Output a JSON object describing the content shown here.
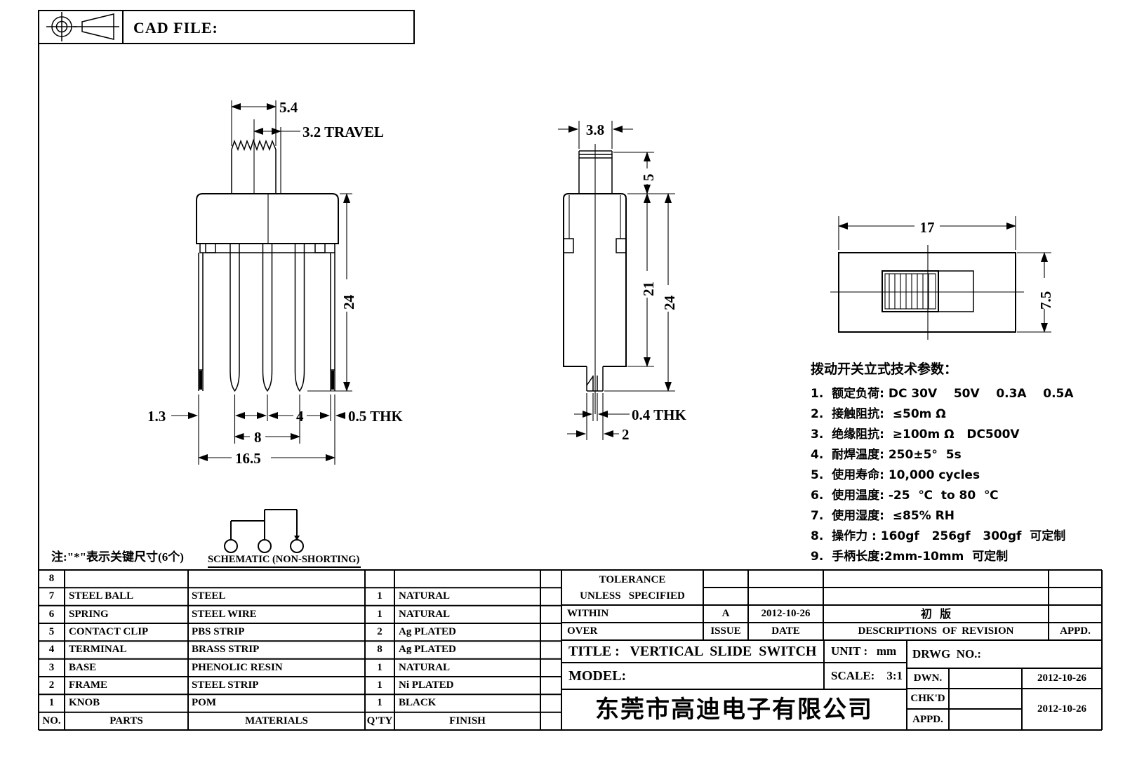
{
  "frame": {
    "cad_file_label": "CAD FILE:"
  },
  "front_view": {
    "dim_knob_width": "5.4",
    "dim_travel": "3.2 TRAVEL",
    "dim_height": "24",
    "dim_leg_offset": "1.3",
    "dim_pitch": "4",
    "dim_leg_thk": "0.5 THK",
    "dim_pin_span": "8",
    "dim_width": "16.5"
  },
  "side_view": {
    "dim_knob_width": "3.8",
    "dim_knob_height": "5",
    "dim_body_height": "21",
    "dim_total_height": "24",
    "dim_pin_thk": "0.4 THK",
    "dim_stem_width": "2"
  },
  "top_view": {
    "dim_width": "17",
    "dim_height": "7.5"
  },
  "schematic": {
    "caption": "SCHEMATIC (NON-SHORTING)"
  },
  "note": "注:\"*\"表示关键尺寸(6个)",
  "specs": {
    "title": "拨动开关立式技术参数：",
    "items": [
      "1.  额定负荷: DC 30V    50V    0.3A    0.5A",
      "2.  接触阻抗:  ≤50m Ω",
      "3.  绝缘阻抗:  ≥100m Ω   DC500V",
      "4.  耐焊温度: 250±5°  5s",
      "5.  使用寿命: 10,000 cycles",
      "6.  使用温度: -25  ℃  to 80  ℃",
      "7.  使用湿度:  ≤85% RH",
      "8.  操作力 : 160gf   256gf   300gf  可定制",
      "9.  手柄长度:2mm-10mm  可定制"
    ]
  },
  "parts_table": {
    "rows": [
      {
        "no": "8",
        "part": "",
        "material": "",
        "qty": "",
        "finish": ""
      },
      {
        "no": "7",
        "part": "STEEL BALL",
        "material": "STEEL",
        "qty": "1",
        "finish": "NATURAL"
      },
      {
        "no": "6",
        "part": "SPRING",
        "material": "STEEL WIRE",
        "qty": "1",
        "finish": "NATURAL"
      },
      {
        "no": "5",
        "part": "CONTACT CLIP",
        "material": "PBS STRIP",
        "qty": "2",
        "finish": "Ag PLATED"
      },
      {
        "no": "4",
        "part": "TERMINAL",
        "material": "BRASS STRIP",
        "qty": "8",
        "finish": "Ag PLATED"
      },
      {
        "no": "3",
        "part": "BASE",
        "material": "PHENOLIC RESIN",
        "qty": "1",
        "finish": "NATURAL"
      },
      {
        "no": "2",
        "part": "FRAME",
        "material": "STEEL STRIP",
        "qty": "1",
        "finish": "Ni PLATED"
      },
      {
        "no": "1",
        "part": "KNOB",
        "material": "POM",
        "qty": "1",
        "finish": "BLACK"
      }
    ],
    "footer": {
      "no": "NO.",
      "part": "PARTS",
      "material": "MATERIALS",
      "qty": "Q'TY",
      "finish": "FINISH"
    }
  },
  "title_block": {
    "tolerance_line1": "TOLERANCE",
    "tolerance_line2": "UNLESS   SPECIFIED",
    "within": "WITHIN",
    "over": "OVER",
    "rev_code": "A",
    "rev_date": "2012-10-26",
    "rev_desc": "初  版",
    "issue": "ISSUE",
    "date": "DATE",
    "descriptions": "DESCRIPTIONS  OF  REVISION",
    "appd_col": "APPD.",
    "title": "TITLE :   VERTICAL  SLIDE  SWITCH",
    "unit": "UNIT :   mm",
    "drwg_no": "DRWG  NO.:",
    "model": "MODEL:",
    "scale": "SCALE:    3:1",
    "company": "东莞市高迪电子有限公司",
    "dwn": "DWN.",
    "chkd": "CHK'D",
    "appd": "APPD.",
    "dwn_date": "2012-10-26",
    "chkd_date": "2012-10-26"
  }
}
